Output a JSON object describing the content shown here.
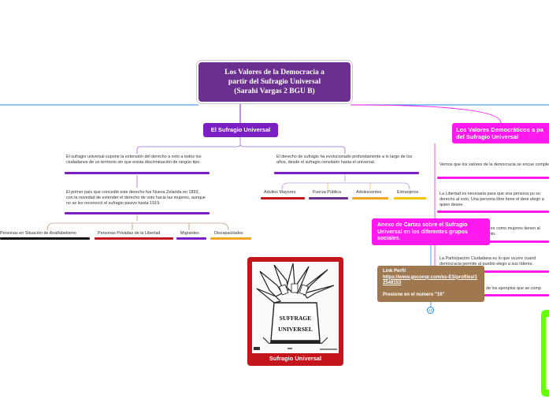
{
  "root": {
    "title_line1": "Los Valores de la Democracia a",
    "title_line2": "partir del Sufragio Universal",
    "title_line3": "(Sarahi Vargas 2 BGU B)"
  },
  "left_main": {
    "label": "El Sufragio Universal"
  },
  "left_texts": [
    "El sufragio universal supone la extensión del derecho a voto a todos los ciudadanos de un territorio sin que exista discriminación de ningún tipo.",
    "El primer país que concedió este derecho fue Nueva Zelanda en 1893, con la novedad de extender el derecho de voto hacia las mujeres, aunque no se les reconoció el sufragio pasivo hasta 1919."
  ],
  "left_groups": [
    "Personas en Situación de Analfabetismo",
    "Personas Privadas de la Libertad",
    "Migrantes",
    "Discapacitados"
  ],
  "mid_text": "El derecho de sufragio ha evolucionado profundamente a lo largo de los años, desde el sufragio censitario hasta el universal.",
  "mid_groups": [
    "Adultos Mayores",
    "Fuerza Pública",
    "Adolescentes",
    "Extranjeros"
  ],
  "right_main": {
    "label_line1": "Los Valores Democráticos a pa",
    "label_line2": "del Sufragio Universal"
  },
  "right_texts": [
    "Vemos que los valores de la democracia se encue completamente ligadas con el sufragio Universal. (",
    "La Libertad es necesaria para que una persona pu su derecho al voto, Una persona libre tiene el dere elegir a quien desee.",
    "bres como mujeres tienen al voto.",
    "La Participación Ciudadana es lo que ocurre cuand democracia permite al pueblo elegir a sus líderes.",
    "de los ejemplos que se  comp"
  ],
  "annex": {
    "label": "Anexo de Cartas sobre el Sufragio Universal en los diferentes grupos sociales."
  },
  "link_box": {
    "title": "Link Perfil",
    "url": "https://www.goconqr.com/es-ES/profiles/12548153",
    "note": "Presione en el numero \"16\"",
    "badge": "16"
  },
  "image_card": {
    "caption": "Sufragio Universal",
    "poster_text_1": "SUFFRAGE",
    "poster_text_2": "UNIVERSEL"
  },
  "colors": {
    "purple": "#7b1fc4",
    "magenta": "#ff19ee",
    "root": "#6a2f8f",
    "brown": "#a0784f",
    "green": "#66ff00",
    "red": "#c4151c",
    "blue": "#1e88e5"
  }
}
